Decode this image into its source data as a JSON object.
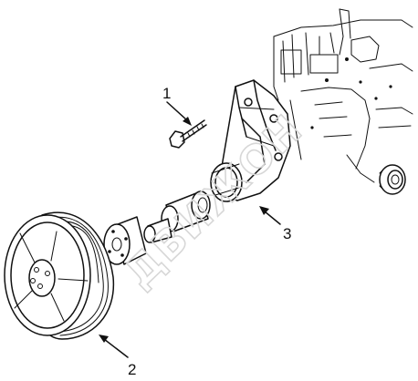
{
  "callouts": {
    "one": "1",
    "two": "2",
    "three": "3"
  },
  "watermark": {
    "text": "ДВИЖОН"
  },
  "colors": {
    "ink": "#111111",
    "watermark": "#d7d7d7",
    "background": "#ffffff"
  }
}
